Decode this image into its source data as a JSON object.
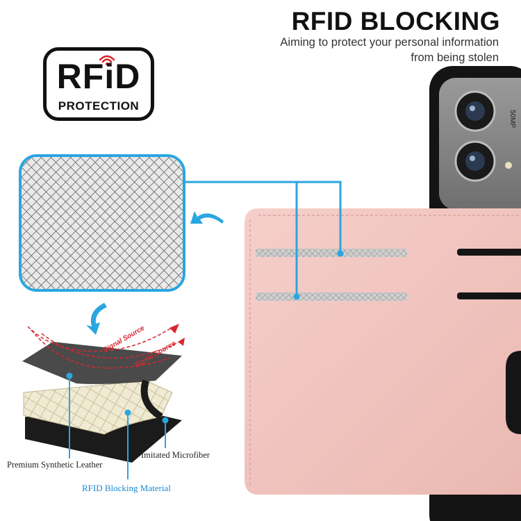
{
  "header": {
    "title": "RFID BLOCKING",
    "subtitle_line1": "Aiming to protect your personal information",
    "subtitle_line2": "from being stolen"
  },
  "badge": {
    "top_text": "RFiD",
    "bottom_text": "PROTECTION"
  },
  "camera": {
    "label": "50MP"
  },
  "layers": {
    "signal_label_1": "Signal Source",
    "signal_label_2": "Signal Source",
    "leather_label": "Premium Synthetic Leather",
    "microfiber_label": "Imitated Microfiber",
    "blocking_label": "RFID Blocking Material"
  },
  "colors": {
    "accent_blue": "#2aa6e0",
    "wallet_pink": "#f2c4bf",
    "phone_black": "#1a1a1a",
    "signal_red": "#d9262e"
  }
}
